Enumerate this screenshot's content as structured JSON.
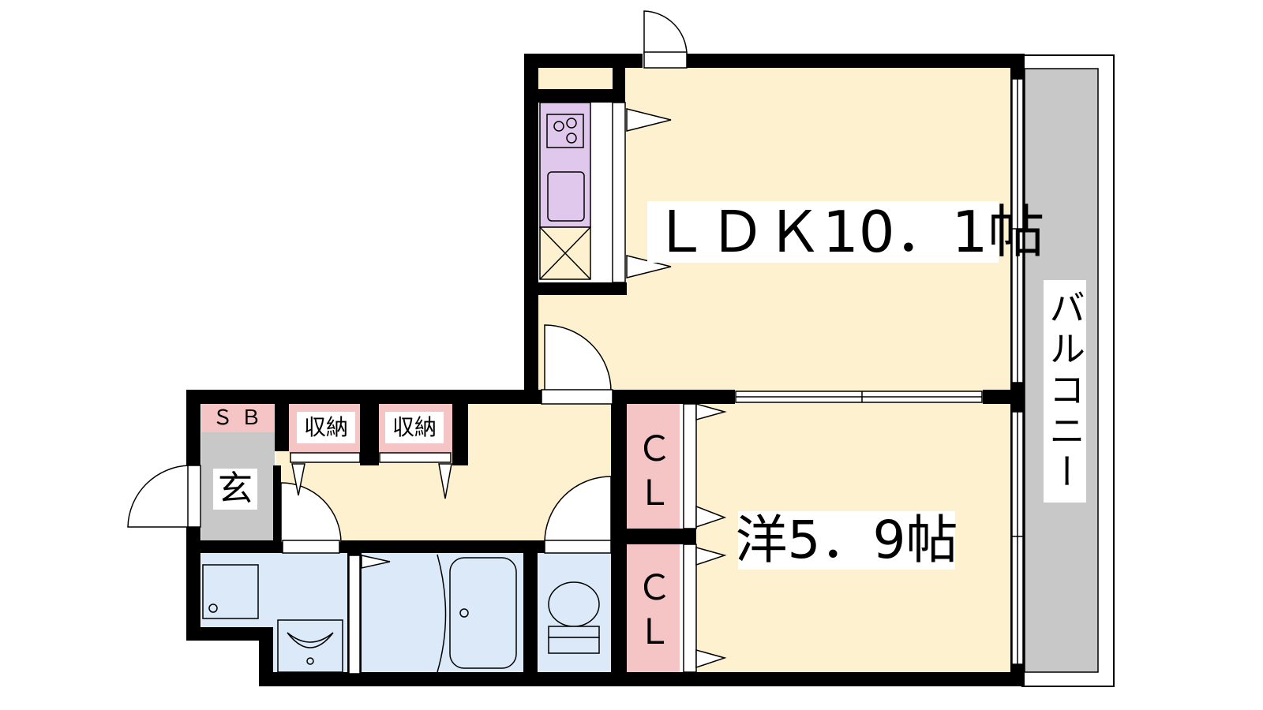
{
  "rooms": {
    "ldk": "ＬＤＫ10．1帖",
    "western": "洋5．9帖",
    "balcony": "バルコニー",
    "entrance": "玄",
    "shoe_box": "ＳＢ",
    "storage_1": "収納",
    "storage_2": "収納",
    "closet_1": {
      "line1": "Ｃ",
      "line2": "Ｌ"
    },
    "closet_2": {
      "line1": "Ｃ",
      "line2": "Ｌ"
    }
  },
  "colors": {
    "living_floor": "#fdf1cf",
    "wet_area": "#dbe9f9",
    "storage": "#f5c4c4",
    "entrance_floor": "#c8c8c8",
    "balcony": "#c8c8c8",
    "kitchen": "#e0c8ec",
    "wall": "#000000"
  }
}
